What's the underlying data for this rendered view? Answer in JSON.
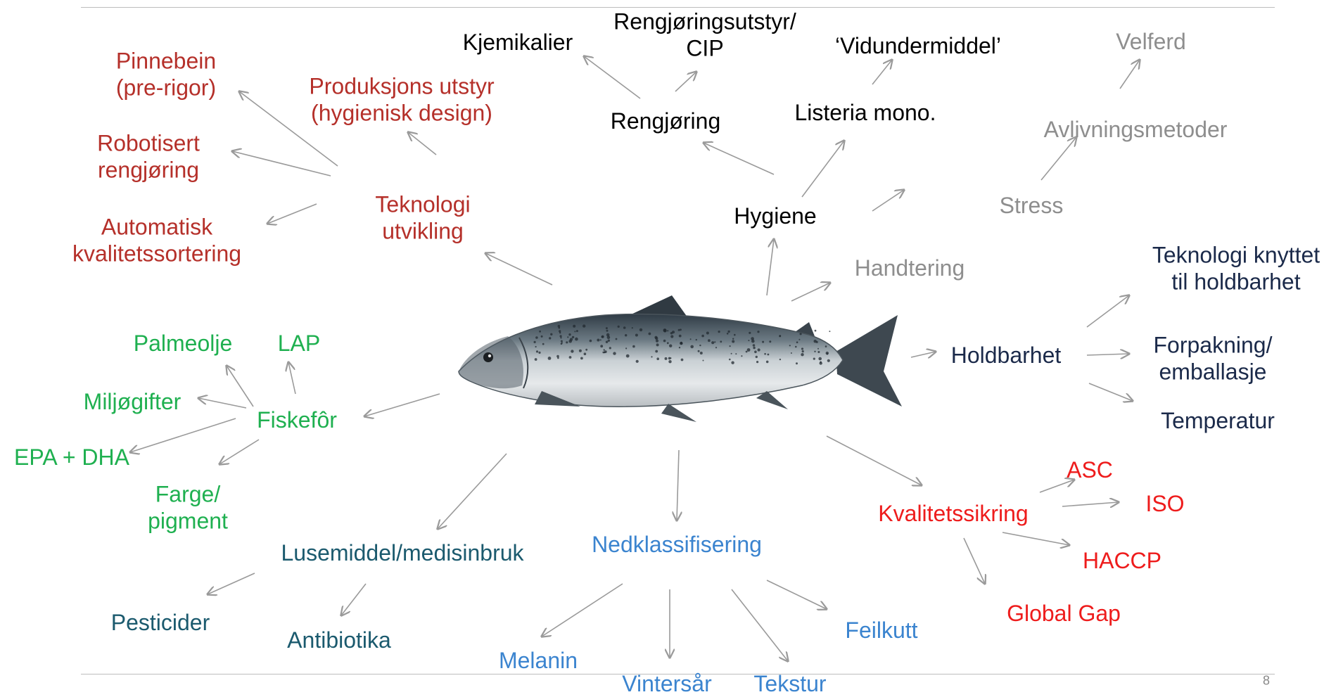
{
  "colors": {
    "technology": "#b5302a",
    "feed": "#1fb050",
    "medicine": "#1b5a6e",
    "downgrading": "#3b84cf",
    "shelf_life": "#1b2a4a",
    "handling": "#8e8e8e",
    "quality": "#ee1c1c",
    "hygiene": "#000000",
    "arrow": "#9a9a9a"
  },
  "page_number": "8",
  "nodes": {
    "pinnebein": "Pinnebein\n(pre-rigor)",
    "robotisert": "Robotisert\nrengjøring",
    "automatisk": "Automatisk\nkvalitetssortering",
    "produksjon": "Produksjons utstyr\n(hygienisk design)",
    "teknologi": "Teknologi\nutvikling",
    "kjemikalier": "Kjemikalier",
    "rengjoringsutstyr": "Rengjøringsutstyr/\nCIP",
    "rengjoring": "Rengjøring",
    "vidundermiddel": "‘Vidundermiddel’",
    "listeria": "Listeria mono.",
    "hygiene": "Hygiene",
    "velferd": "Velferd",
    "avlivning": "Avlivningsmetoder",
    "stress": "Stress",
    "handtering": "Handtering",
    "teknologi_holdbarhet": "Teknologi knyttet\ntil holdbarhet",
    "holdbarhet": "Holdbarhet",
    "forpakning": "Forpakning/\nemballasje",
    "temperatur": "Temperatur",
    "palmeolje": "Palmeolje",
    "lap": "LAP",
    "miljogifter": "Miljøgifter",
    "fiskefor": "Fiskefôr",
    "epa_dha": "EPA + DHA",
    "farge": "Farge/\npigment",
    "lusemiddel": "Lusemiddel/medisinbruk",
    "pesticider": "Pesticider",
    "antibiotika": "Antibiotika",
    "nedklassifisering": "Nedklassifisering",
    "melanin": "Melanin",
    "vintersar": "Vintersår",
    "tekstur": "Tekstur",
    "feilkutt": "Feilkutt",
    "kvalitetssikring": "Kvalitetssikring",
    "asc": "ASC",
    "iso": "ISO",
    "haccp": "HACCP",
    "global_gap": "Global Gap"
  }
}
